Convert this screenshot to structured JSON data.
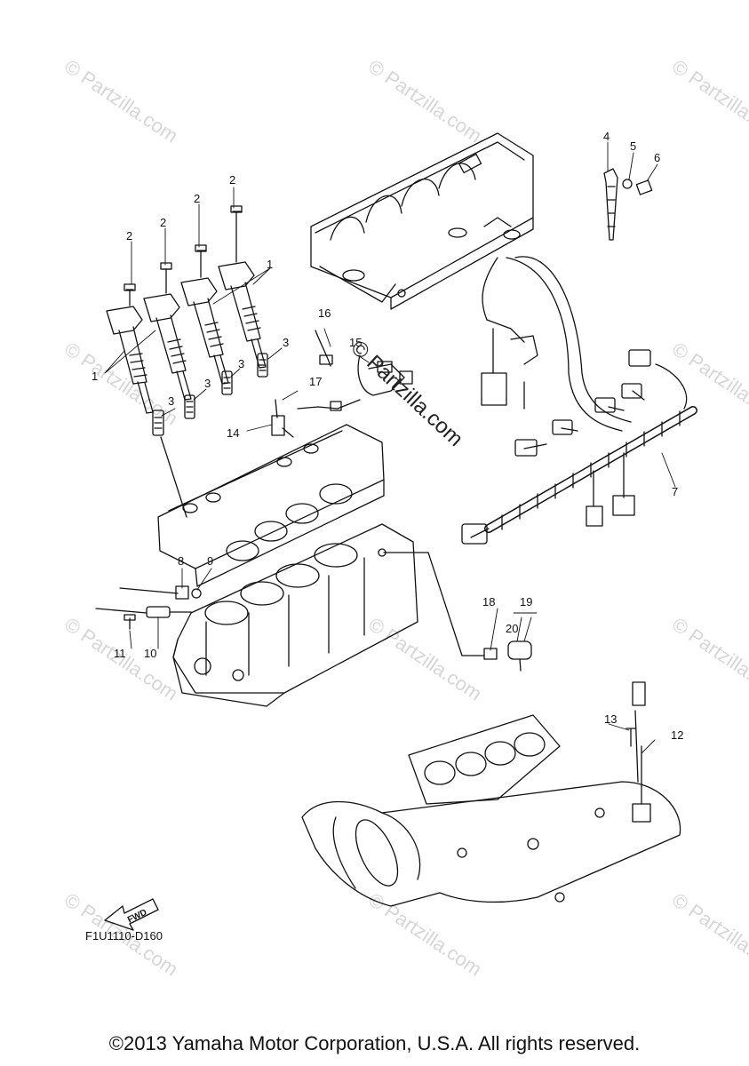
{
  "callouts": {
    "c1": "1",
    "c2": "2",
    "c3": "3",
    "c4": "4",
    "c5": "5",
    "c6": "6",
    "c7": "7",
    "c8": "8",
    "c9": "9",
    "c10": "10",
    "c11": "11",
    "c12": "12",
    "c13": "13",
    "c14": "14",
    "c15": "15",
    "c16": "16",
    "c17": "17",
    "c18": "18",
    "c19": "19",
    "c20": "20"
  },
  "fwd_label": "FWD",
  "diagram_code": "F1U1110-D160",
  "watermark": "© Partzilla.com",
  "copyright": "©2013 Yamaha Motor Corporation, U.S.A. All rights reserved."
}
